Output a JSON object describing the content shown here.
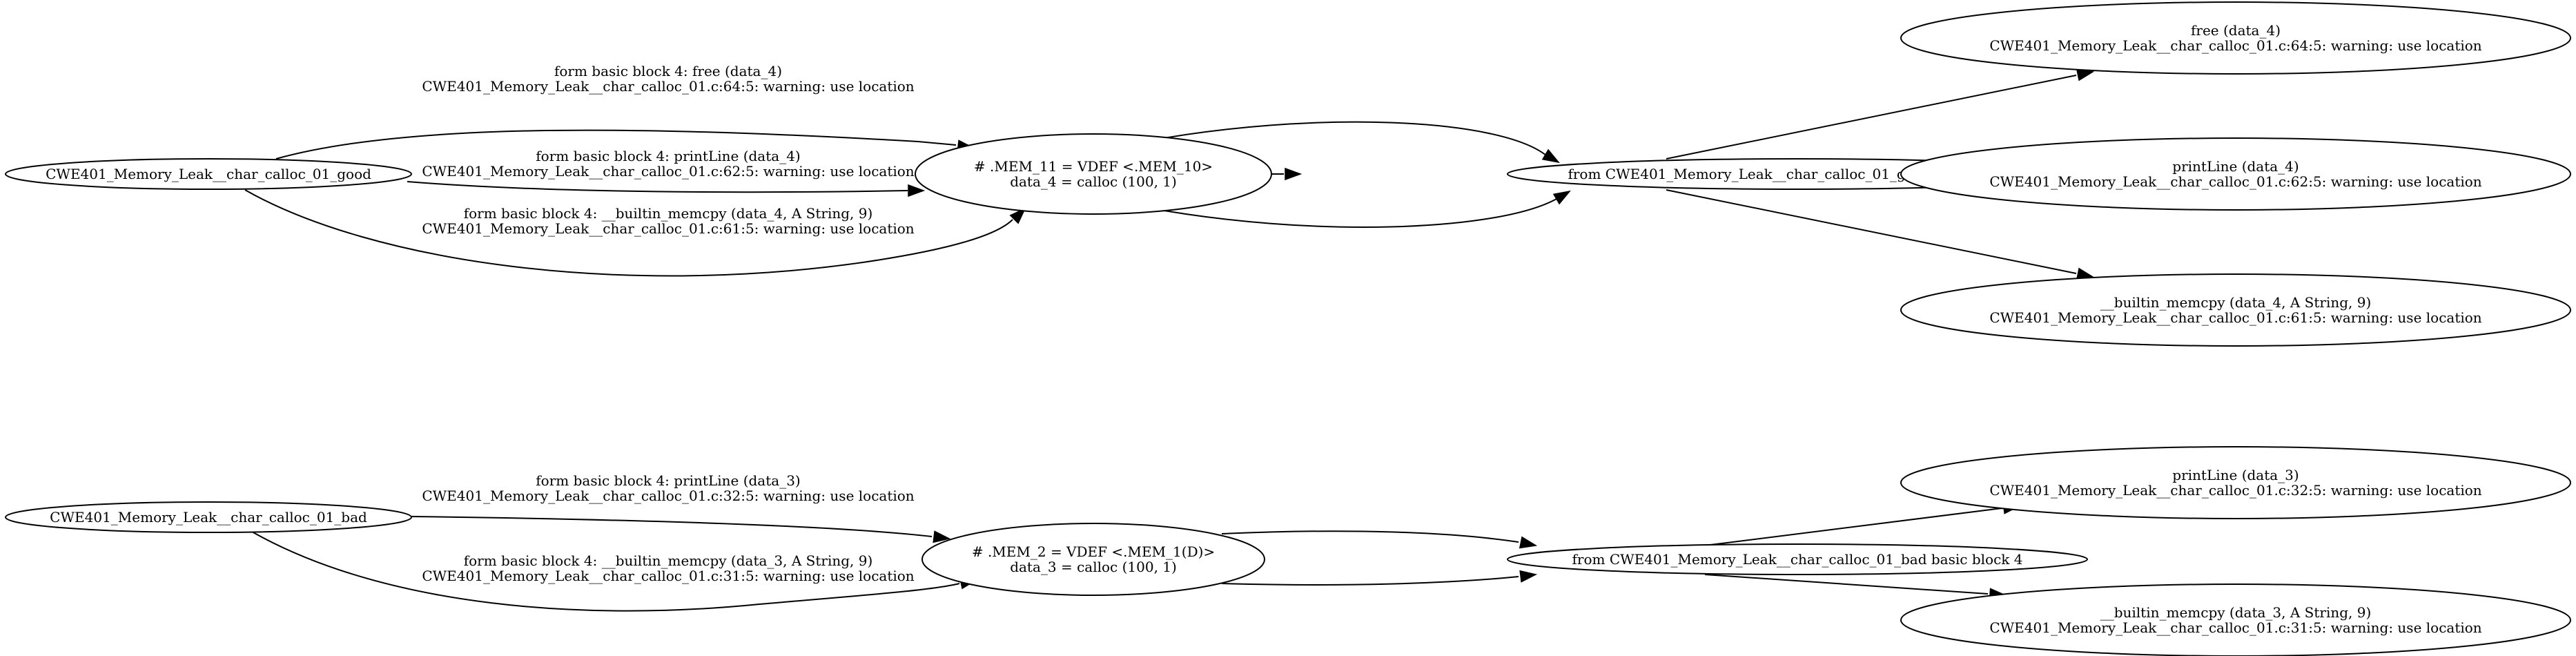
{
  "nodes": {
    "good_fn": {
      "lines": [
        "CWE401_Memory_Leak__char_calloc_01_good"
      ]
    },
    "mem11": {
      "lines": [
        "# .MEM_11 = VDEF <.MEM_10>",
        "data_4 = calloc (100, 1)"
      ]
    },
    "good_bb4": {
      "lines": [
        "from CWE401_Memory_Leak__char_calloc_01_good basic block 4"
      ]
    },
    "free4": {
      "lines": [
        "free (data_4)",
        "CWE401_Memory_Leak__char_calloc_01.c:64:5: warning: use location"
      ]
    },
    "print4": {
      "lines": [
        "printLine (data_4)",
        "CWE401_Memory_Leak__char_calloc_01.c:62:5: warning: use location"
      ]
    },
    "memcpy4": {
      "lines": [
        "__builtin_memcpy (data_4, A String, 9)",
        "CWE401_Memory_Leak__char_calloc_01.c:61:5: warning: use location"
      ]
    },
    "bad_fn": {
      "lines": [
        "CWE401_Memory_Leak__char_calloc_01_bad"
      ]
    },
    "mem2": {
      "lines": [
        "# .MEM_2 = VDEF <.MEM_1(D)>",
        "data_3 = calloc (100, 1)"
      ]
    },
    "bad_bb4": {
      "lines": [
        "from CWE401_Memory_Leak__char_calloc_01_bad basic block 4"
      ]
    },
    "print3": {
      "lines": [
        "printLine (data_3)",
        "CWE401_Memory_Leak__char_calloc_01.c:32:5: warning: use location"
      ]
    },
    "memcpy3": {
      "lines": [
        "__builtin_memcpy (data_3, A String, 9)",
        "CWE401_Memory_Leak__char_calloc_01.c:31:5: warning: use location"
      ]
    }
  },
  "edges": [
    {
      "from": "good_fn",
      "to": "mem11",
      "label": [
        "form basic block 4: free (data_4)",
        "CWE401_Memory_Leak__char_calloc_01.c:64:5: warning: use location"
      ]
    },
    {
      "from": "good_fn",
      "to": "mem11",
      "label": [
        "form basic block 4: printLine (data_4)",
        "CWE401_Memory_Leak__char_calloc_01.c:62:5: warning: use location"
      ]
    },
    {
      "from": "good_fn",
      "to": "mem11",
      "label": [
        "form basic block 4: __builtin_memcpy (data_4, A String, 9)",
        "CWE401_Memory_Leak__char_calloc_01.c:61:5: warning: use location"
      ]
    },
    {
      "from": "mem11",
      "to": "good_bb4",
      "label": []
    },
    {
      "from": "mem11",
      "to": "good_bb4",
      "label": []
    },
    {
      "from": "mem11",
      "to": "good_bb4",
      "label": []
    },
    {
      "from": "good_bb4",
      "to": "free4",
      "label": []
    },
    {
      "from": "good_bb4",
      "to": "print4",
      "label": []
    },
    {
      "from": "good_bb4",
      "to": "memcpy4",
      "label": []
    },
    {
      "from": "bad_fn",
      "to": "mem2",
      "label": [
        "form basic block 4: printLine (data_3)",
        "CWE401_Memory_Leak__char_calloc_01.c:32:5: warning: use location"
      ]
    },
    {
      "from": "bad_fn",
      "to": "mem2",
      "label": [
        "form basic block 4: __builtin_memcpy (data_3, A String, 9)",
        "CWE401_Memory_Leak__char_calloc_01.c:31:5: warning: use location"
      ]
    },
    {
      "from": "mem2",
      "to": "bad_bb4",
      "label": []
    },
    {
      "from": "mem2",
      "to": "bad_bb4",
      "label": []
    },
    {
      "from": "bad_bb4",
      "to": "print3",
      "label": []
    },
    {
      "from": "bad_bb4",
      "to": "memcpy3",
      "label": []
    }
  ]
}
